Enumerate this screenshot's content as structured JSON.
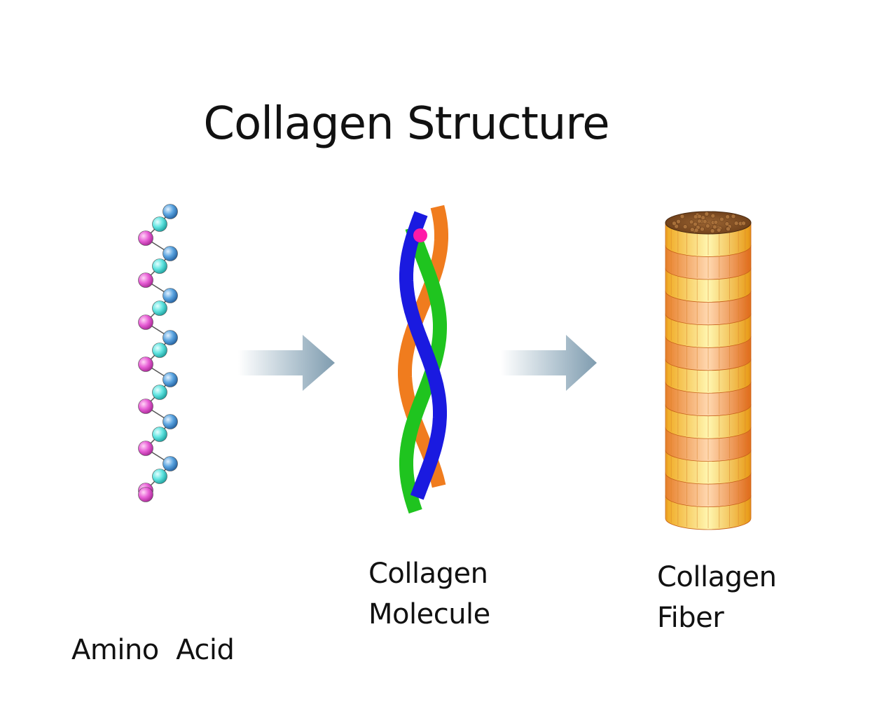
{
  "title": "Collagen Structure",
  "stages": [
    {
      "label_line1": "Amino  Acid",
      "label_line2": ""
    },
    {
      "label_line1": "Collagen",
      "label_line2": "Molecule"
    },
    {
      "label_line1": "Collagen",
      "label_line2": "Fiber"
    }
  ],
  "colors": {
    "background": "#ffffff",
    "amino_magenta": "#e85fd6",
    "amino_cyan": "#5fe4e0",
    "amino_blue": "#5aa4e0",
    "strand_orange": "#f07c1e",
    "strand_green": "#1fc41f",
    "strand_blue": "#1a1ae0",
    "arrow": "#8aa6b8",
    "fiber_top": "#7a4a22"
  }
}
